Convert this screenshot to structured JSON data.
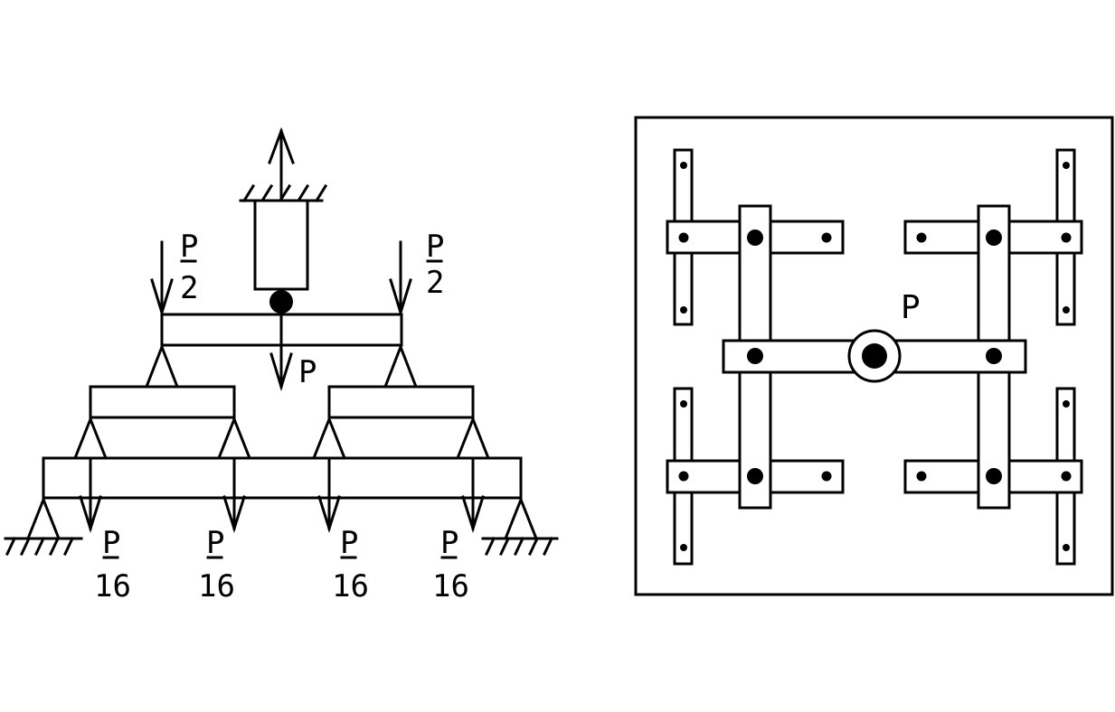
{
  "left_diagram": {
    "top_load": {
      "num": "P",
      "den": "2"
    },
    "center_load": "P",
    "bottom_loads": [
      {
        "num": "P",
        "den": "16"
      },
      {
        "num": "P",
        "den": "16"
      },
      {
        "num": "P",
        "den": "16"
      },
      {
        "num": "P",
        "den": "16"
      }
    ]
  },
  "right_diagram": {
    "center_label": "P"
  }
}
